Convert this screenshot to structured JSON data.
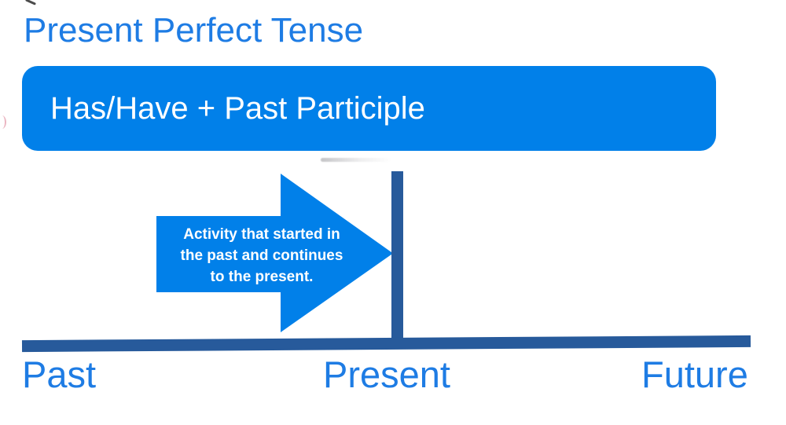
{
  "slide": {
    "title": "Present Perfect Tense",
    "formula": "Has/Have + Past Participle",
    "arrow_note_lines": [
      "Activity that started in",
      "the past and continues",
      "to the present."
    ],
    "timeline_labels": {
      "past": "Past",
      "present": "Present",
      "future": "Future"
    }
  },
  "colors": {
    "shape_blue": "#0180e9",
    "timeline_blue": "#275a9b",
    "text_blue": "#1e7ce4",
    "note_text": "#ffffff"
  }
}
